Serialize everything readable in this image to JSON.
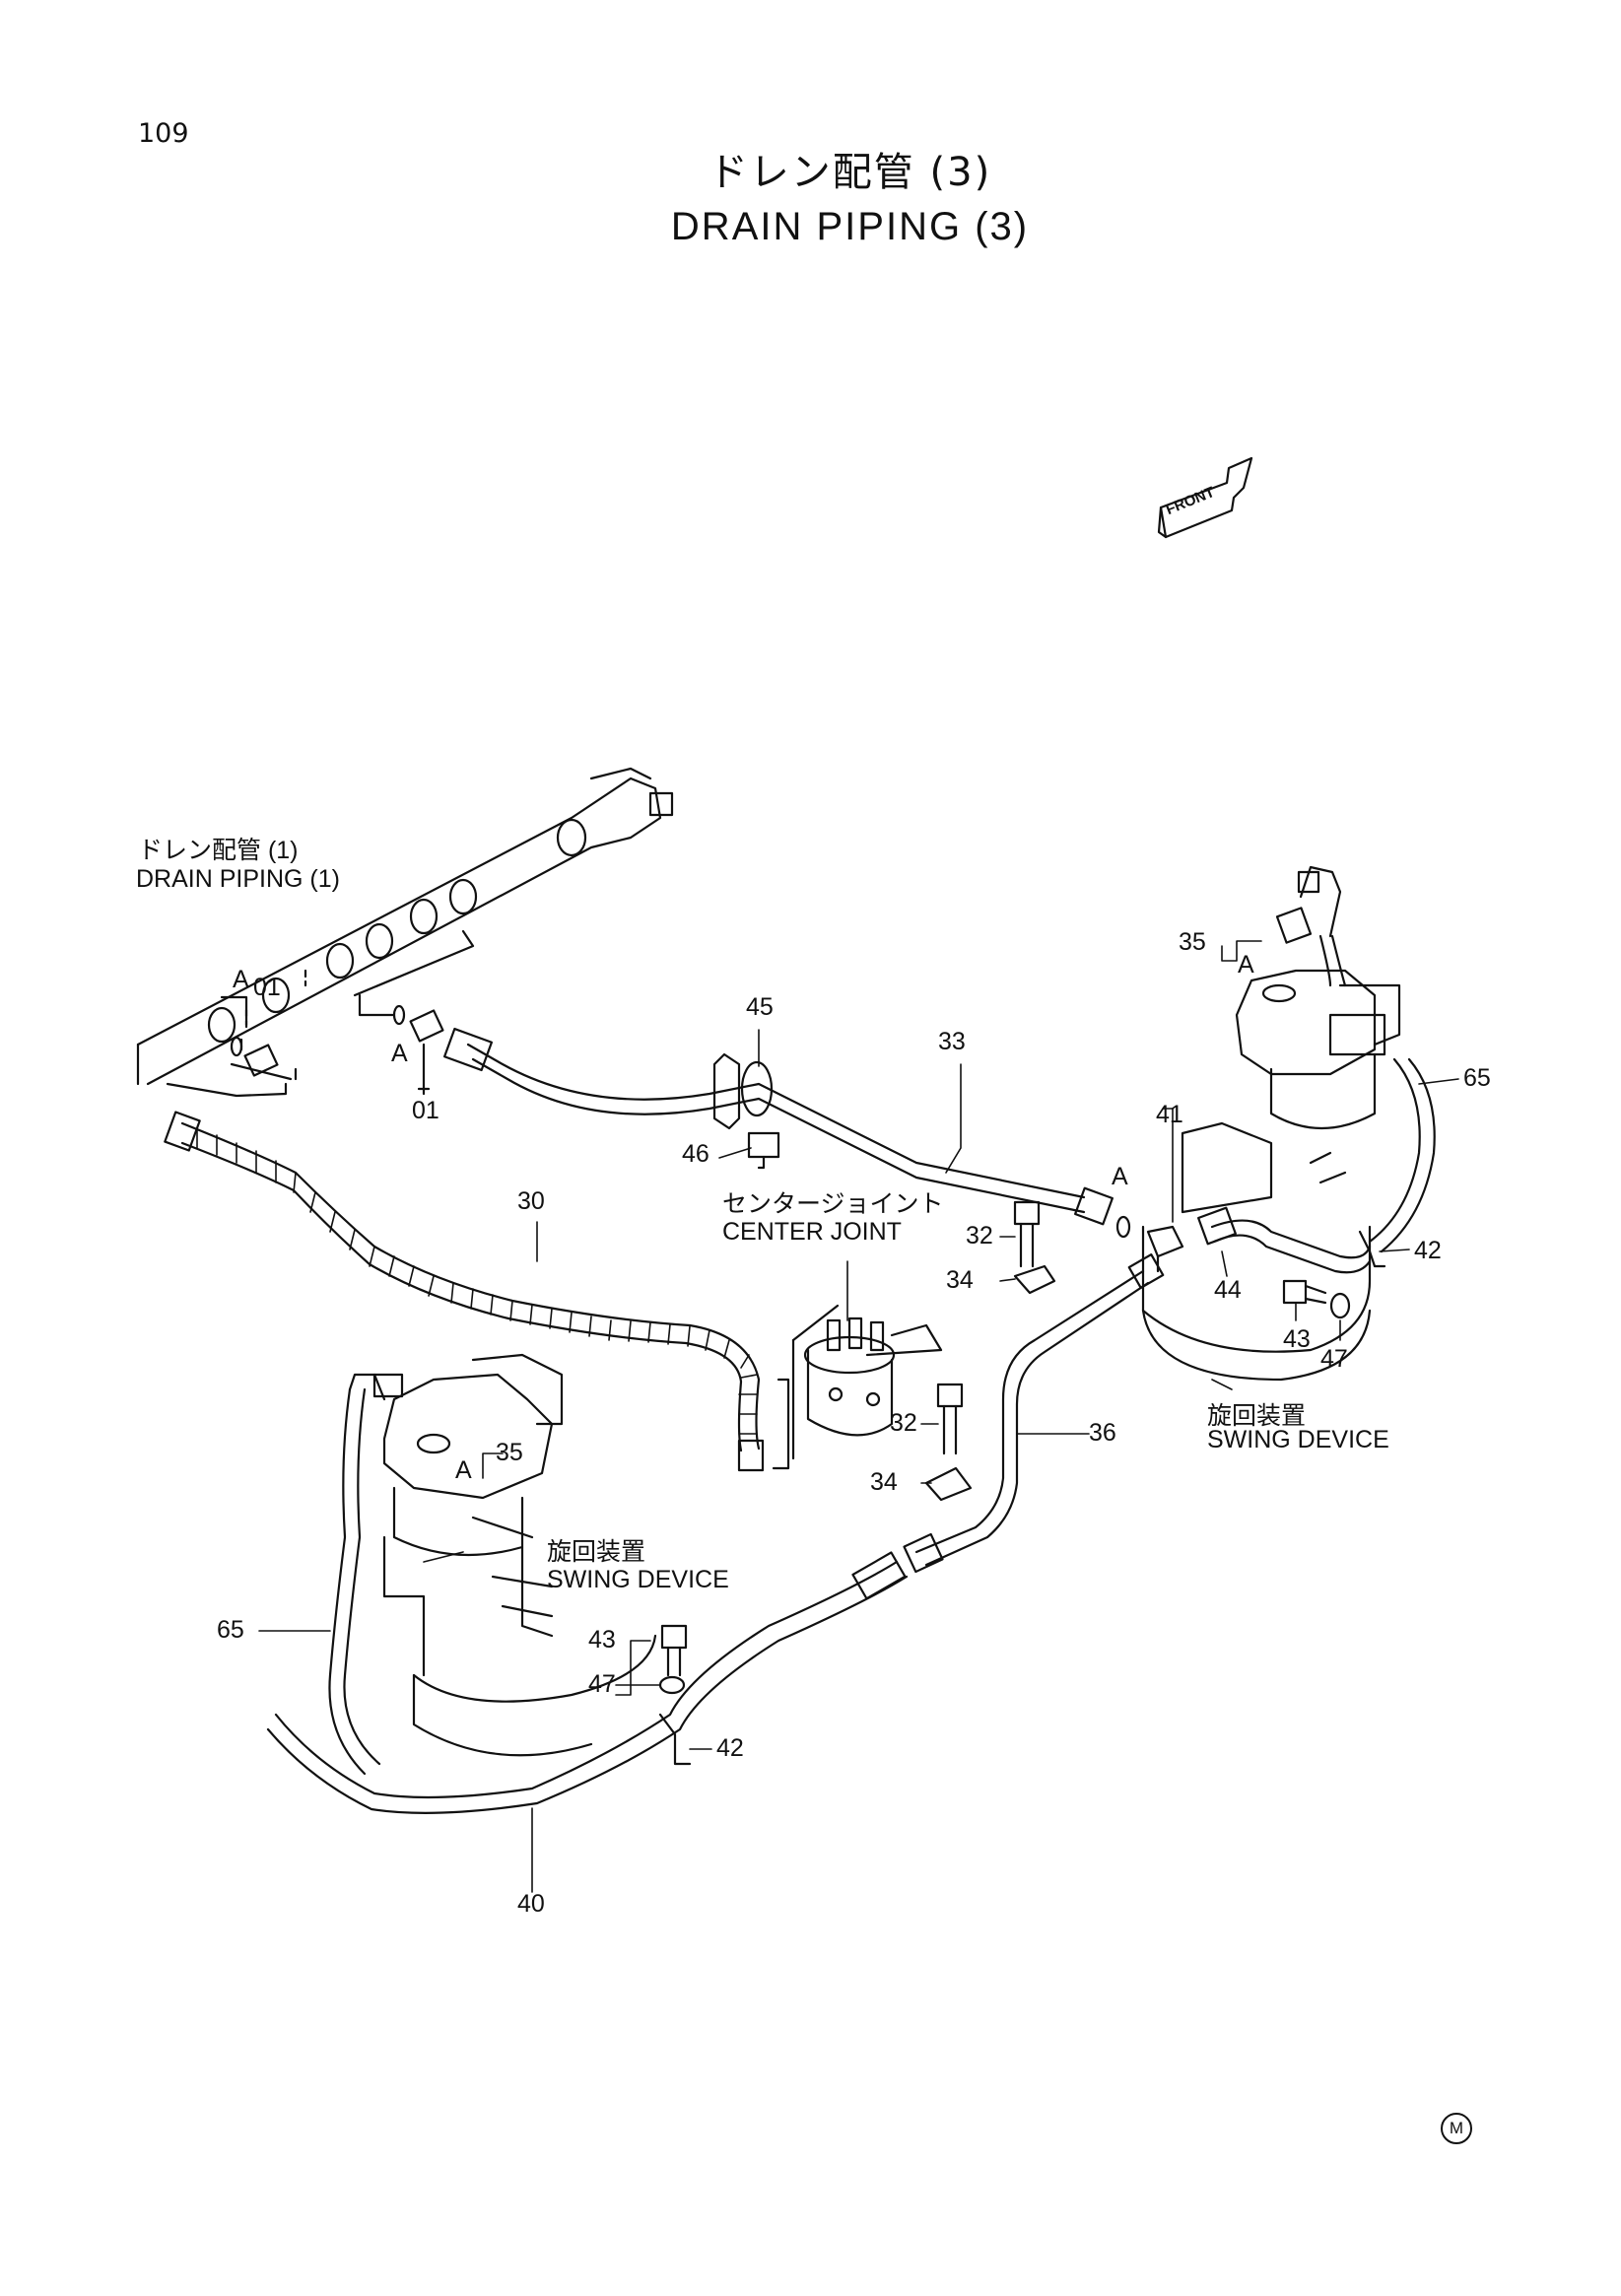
{
  "header": {
    "page_number": "109",
    "title_jp": "ドレン配管 (3)",
    "title_en": "DRAIN PIPING (3)"
  },
  "front_arrow": {
    "label": "FRONT"
  },
  "labels": {
    "drain_piping_1_jp": "ドレン配管 (1)",
    "drain_piping_1_en": "DRAIN PIPING (1)",
    "center_joint_jp": "センタージョイント",
    "center_joint_en": "CENTER JOINT",
    "swing_device_right_jp": "旋回装置",
    "swing_device_right_en": "SWING DEVICE",
    "swing_device_left_jp": "旋回装置",
    "swing_device_left_en": "SWING DEVICE"
  },
  "detail_marks": [
    "A",
    "A",
    "A",
    "A",
    "A"
  ],
  "part_callouts": [
    "01",
    "01",
    "45",
    "33",
    "46",
    "30",
    "32",
    "34",
    "35",
    "65",
    "41",
    "44",
    "42",
    "43",
    "47",
    "36",
    "32",
    "34",
    "35",
    "65",
    "43",
    "47",
    "42",
    "40"
  ],
  "footer": {
    "mark": "M"
  }
}
